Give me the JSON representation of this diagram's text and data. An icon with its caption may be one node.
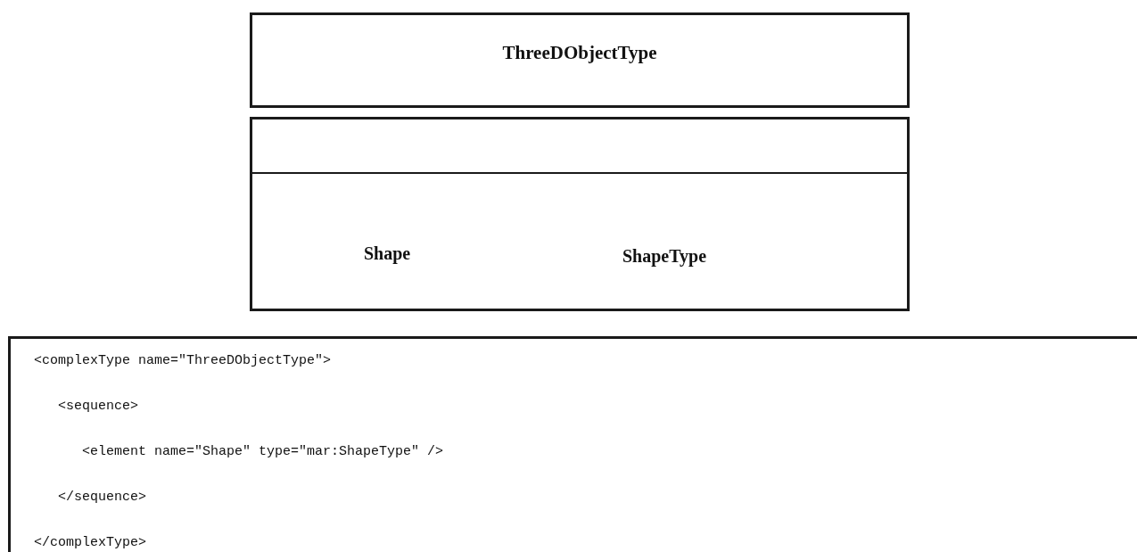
{
  "diagram": {
    "nodes": [
      {
        "text": [
          "ThreeDObjectType"
        ]
      },
      {
        "text": [
          "Shape",
          "ShapeType"
        ]
      },
      {
        "text": [
          "<complexType name=\"ThreeDObjectType\">",
          "<sequence>",
          "<element name=\"Shape\" type=\"mar:ShapeType\" />",
          "</sequence>",
          "</complexType>"
        ]
      }
    ]
  }
}
